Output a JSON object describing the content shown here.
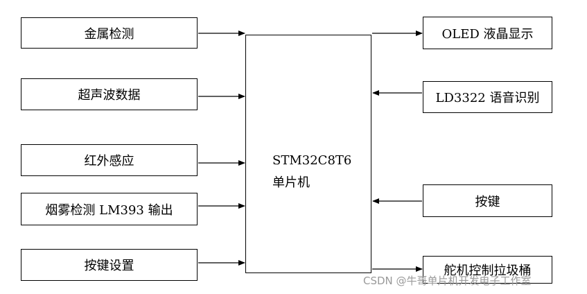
{
  "inputs": [
    {
      "label": "金属检测"
    },
    {
      "label": "超声波数据"
    },
    {
      "label": "红外感应"
    },
    {
      "label": "烟雾检测 LM393 输出"
    },
    {
      "label": "按键设置"
    }
  ],
  "mcu": {
    "line1": "STM32C8T6",
    "line2": "单片机"
  },
  "right": [
    {
      "label": "OLED 液晶显示",
      "direction": "out"
    },
    {
      "label": "LD3322 语音识别",
      "direction": "in"
    },
    {
      "label": "按键",
      "direction": "in"
    },
    {
      "label": "舵机控制拉圾桶",
      "direction": "out"
    }
  ],
  "watermark": "CSDN @牛哥单片机开发电子工作室"
}
